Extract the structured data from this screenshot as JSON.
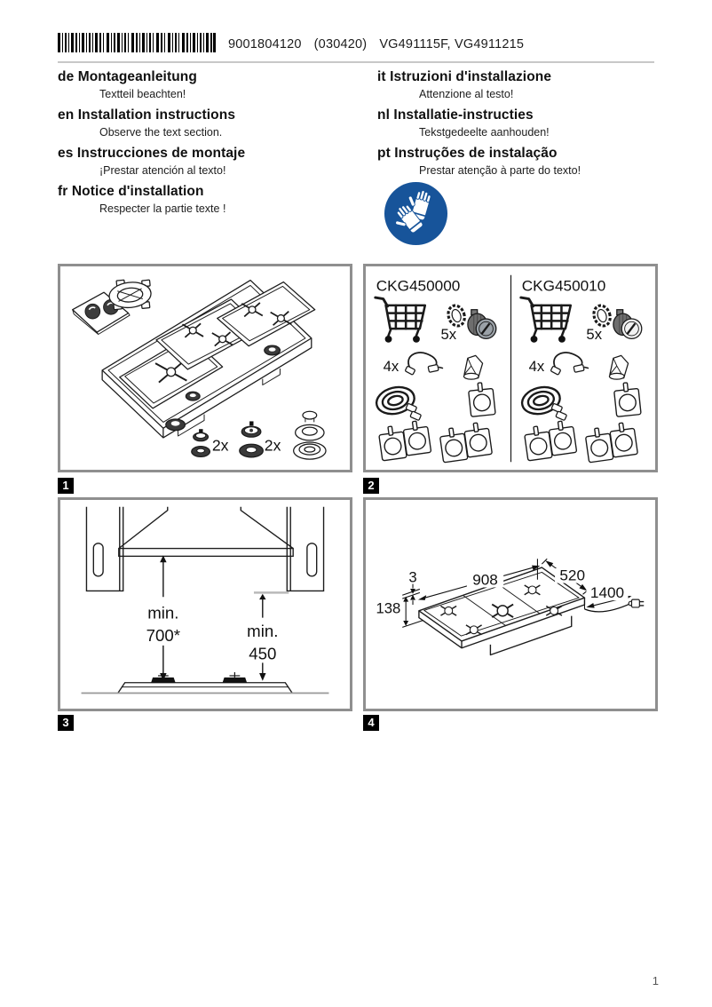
{
  "header": {
    "doc_number": "9001804120",
    "date_code": "(030420)",
    "models": "VG491115F, VG4911215"
  },
  "languages": [
    {
      "code": "de",
      "title": "Montageanleitung",
      "subtitle": "Textteil beachten!"
    },
    {
      "code": "en",
      "title": "Installation instructions",
      "subtitle": "Observe the text section."
    },
    {
      "code": "es",
      "title": "Instrucciones de montaje",
      "subtitle": "¡Prestar atención al texto!"
    },
    {
      "code": "fr",
      "title": "Notice d'installation",
      "subtitle": "Respecter la partie texte !"
    },
    {
      "code": "it",
      "title": "Istruzioni d'installazione",
      "subtitle": "Attenzione al testo!"
    },
    {
      "code": "nl",
      "title": "Installatie-instructies",
      "subtitle": "Tekstgedeelte aanhouden!"
    },
    {
      "code": "pt",
      "title": "Instruções de instalação",
      "subtitle": "Prestar atenção à parte do texto!"
    }
  ],
  "figures": {
    "fig1": {
      "number": "1",
      "qty_small_burner": "2x",
      "qty_medium_burner": "2x"
    },
    "fig2": {
      "number": "2",
      "columns": [
        {
          "model": "CKG450000",
          "knob_qty": "5x",
          "cable_qty": "4x"
        },
        {
          "model": "CKG450010",
          "knob_qty": "5x",
          "cable_qty": "4x"
        }
      ]
    },
    "fig3": {
      "number": "3",
      "hood_clearance_label": "min.",
      "hood_clearance_value": "700*",
      "cabinet_clearance_label": "min.",
      "cabinet_clearance_value": "450"
    },
    "fig4": {
      "number": "4",
      "width": "908",
      "depth": "520",
      "plate_thickness": "3",
      "height": "138",
      "cable_length": "1400"
    }
  },
  "page_number": "1",
  "colors": {
    "glove_sign_blue": "#17549a"
  }
}
